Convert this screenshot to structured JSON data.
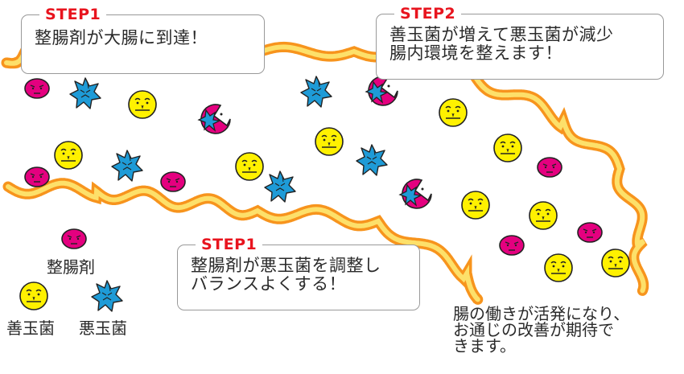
{
  "callouts": {
    "step1_arrival": {
      "tag": "STEP1",
      "text": "整腸剤が大腸に到達！"
    },
    "step2": {
      "tag": "STEP2",
      "text": "善玉菌が増えて悪玉菌が減少\n腸内環境を整えます！"
    },
    "step1_balance": {
      "tag": "STEP1",
      "text": "整腸剤が悪玉菌を調整し\nバランスよくする！"
    }
  },
  "legend": {
    "probiotic": "整腸剤",
    "good_bacteria": "善玉菌",
    "bad_bacteria": "悪玉菌"
  },
  "result": {
    "text": "腸の働きが活発になり、\nお通じの改善が期待で\nきます。"
  },
  "colors": {
    "intestine_outer": "#f7941d",
    "intestine_inner": "#fde06a",
    "probiotic": "#e4007f",
    "good_bacteria": "#fff100",
    "bad_bacteria": "#1e9bd7",
    "step_tag": "#e8141e"
  },
  "icons": {
    "probiotic": "pink-oval-face-icon",
    "good_bacteria": "yellow-smiley-face-icon",
    "bad_bacteria": "blue-spiky-star-icon",
    "eating": "pink-pacman-eating-bacteria-icon"
  }
}
